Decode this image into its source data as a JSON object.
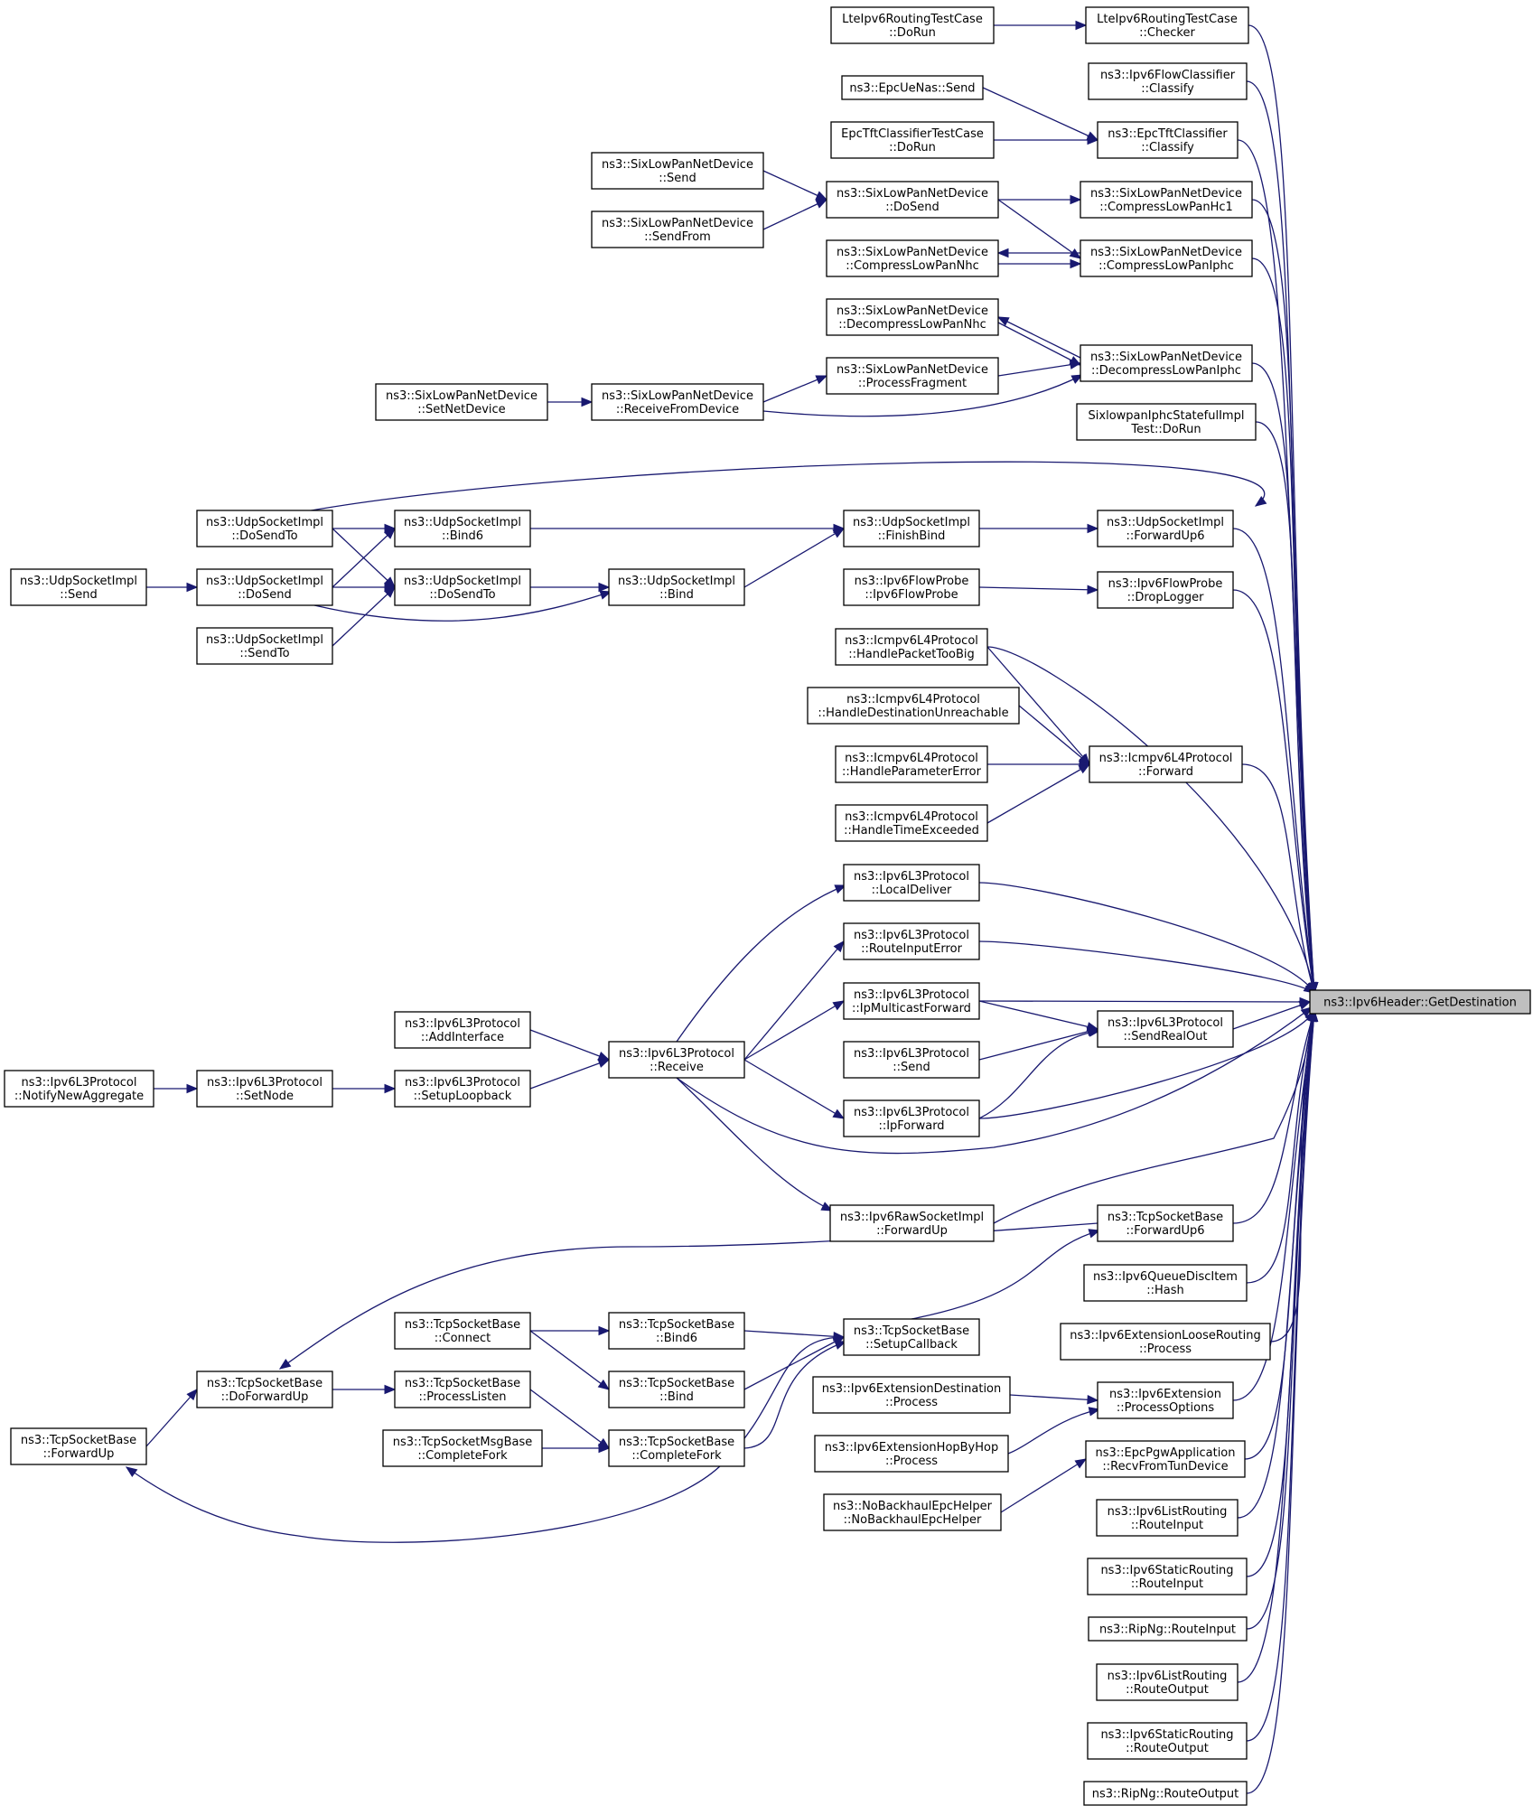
{
  "diagram": {
    "type": "doxygen-caller-graph",
    "colors": {
      "edge": "#191970",
      "node_border": "#000000",
      "node_fill": "#ffffff",
      "root_fill": "#bfbfbf"
    },
    "root": "root",
    "nodes": [
      {
        "id": "root",
        "lines": [
          "ns3::Ipv6Header::GetDestination"
        ]
      },
      {
        "id": "lte_chk",
        "lines": [
          "LteIpv6RoutingTestCase",
          "::Checker"
        ]
      },
      {
        "id": "lte_run",
        "lines": [
          "LteIpv6RoutingTestCase",
          "::DoRun"
        ]
      },
      {
        "id": "fc_cls",
        "lines": [
          "ns3::Ipv6FlowClassifier",
          "::Classify"
        ]
      },
      {
        "id": "epc_send",
        "lines": [
          "ns3::EpcUeNas::Send"
        ]
      },
      {
        "id": "epctft_run",
        "lines": [
          "EpcTftClassifierTestCase",
          "::DoRun"
        ]
      },
      {
        "id": "epctft_cls",
        "lines": [
          "ns3::EpcTftClassifier",
          "::Classify"
        ]
      },
      {
        "id": "slp_send",
        "lines": [
          "ns3::SixLowPanNetDevice",
          "::Send"
        ]
      },
      {
        "id": "slp_sendfrom",
        "lines": [
          "ns3::SixLowPanNetDevice",
          "::SendFrom"
        ]
      },
      {
        "id": "slp_dosend",
        "lines": [
          "ns3::SixLowPanNetDevice",
          "::DoSend"
        ]
      },
      {
        "id": "slp_hc1",
        "lines": [
          "ns3::SixLowPanNetDevice",
          "::CompressLowPanHc1"
        ]
      },
      {
        "id": "slp_cnhc",
        "lines": [
          "ns3::SixLowPanNetDevice",
          "::CompressLowPanNhc"
        ]
      },
      {
        "id": "slp_ciphc",
        "lines": [
          "ns3::SixLowPanNetDevice",
          "::CompressLowPanIphc"
        ]
      },
      {
        "id": "slp_dnhc",
        "lines": [
          "ns3::SixLowPanNetDevice",
          "::DecompressLowPanNhc"
        ]
      },
      {
        "id": "slp_pfrag",
        "lines": [
          "ns3::SixLowPanNetDevice",
          "::ProcessFragment"
        ]
      },
      {
        "id": "slp_diphc",
        "lines": [
          "ns3::SixLowPanNetDevice",
          "::DecompressLowPanIphc"
        ]
      },
      {
        "id": "slp_setnd",
        "lines": [
          "ns3::SixLowPanNetDevice",
          "::SetNetDevice"
        ]
      },
      {
        "id": "slp_rfd",
        "lines": [
          "ns3::SixLowPanNetDevice",
          "::ReceiveFromDevice"
        ]
      },
      {
        "id": "sixlow_test",
        "lines": [
          "SixlowpanIphcStatefulImpl",
          "Test::DoRun"
        ]
      },
      {
        "id": "udp_dosendto_l",
        "lines": [
          "ns3::UdpSocketImpl",
          "::DoSendTo"
        ]
      },
      {
        "id": "udp_bind6",
        "lines": [
          "ns3::UdpSocketImpl",
          "::Bind6"
        ]
      },
      {
        "id": "udp_finishbind",
        "lines": [
          "ns3::UdpSocketImpl",
          "::FinishBind"
        ]
      },
      {
        "id": "udp_fwdup6",
        "lines": [
          "ns3::UdpSocketImpl",
          "::ForwardUp6"
        ]
      },
      {
        "id": "udp_send",
        "lines": [
          "ns3::UdpSocketImpl",
          "::Send"
        ]
      },
      {
        "id": "udp_dosend",
        "lines": [
          "ns3::UdpSocketImpl",
          "::DoSend"
        ]
      },
      {
        "id": "udp_dosendto_m",
        "lines": [
          "ns3::UdpSocketImpl",
          "::DoSendTo"
        ]
      },
      {
        "id": "udp_bind",
        "lines": [
          "ns3::UdpSocketImpl",
          "::Bind"
        ]
      },
      {
        "id": "udp_sendto",
        "lines": [
          "ns3::UdpSocketImpl",
          "::SendTo"
        ]
      },
      {
        "id": "fp_ctor",
        "lines": [
          "ns3::Ipv6FlowProbe",
          "::Ipv6FlowProbe"
        ]
      },
      {
        "id": "fp_drop",
        "lines": [
          "ns3::Ipv6FlowProbe",
          "::DropLogger"
        ]
      },
      {
        "id": "icmp_ptb",
        "lines": [
          "ns3::Icmpv6L4Protocol",
          "::HandlePacketTooBig"
        ]
      },
      {
        "id": "icmp_du",
        "lines": [
          "ns3::Icmpv6L4Protocol",
          "::HandleDestinationUnreachable"
        ]
      },
      {
        "id": "icmp_pe",
        "lines": [
          "ns3::Icmpv6L4Protocol",
          "::HandleParameterError"
        ]
      },
      {
        "id": "icmp_te",
        "lines": [
          "ns3::Icmpv6L4Protocol",
          "::HandleTimeExceeded"
        ]
      },
      {
        "id": "icmp_fwd",
        "lines": [
          "ns3::Icmpv6L4Protocol",
          "::Forward"
        ]
      },
      {
        "id": "l3_ld",
        "lines": [
          "ns3::Ipv6L3Protocol",
          "::LocalDeliver"
        ]
      },
      {
        "id": "l3_rie",
        "lines": [
          "ns3::Ipv6L3Protocol",
          "::RouteInputError"
        ]
      },
      {
        "id": "l3_imf",
        "lines": [
          "ns3::Ipv6L3Protocol",
          "::IpMulticastForward"
        ]
      },
      {
        "id": "l3_sro",
        "lines": [
          "ns3::Ipv6L3Protocol",
          "::SendRealOut"
        ]
      },
      {
        "id": "l3_send",
        "lines": [
          "ns3::Ipv6L3Protocol",
          "::Send"
        ]
      },
      {
        "id": "l3_ipf",
        "lines": [
          "ns3::Ipv6L3Protocol",
          "::IpForward"
        ]
      },
      {
        "id": "l3_ai",
        "lines": [
          "ns3::Ipv6L3Protocol",
          "::AddInterface"
        ]
      },
      {
        "id": "l3_recv",
        "lines": [
          "ns3::Ipv6L3Protocol",
          "::Receive"
        ]
      },
      {
        "id": "l3_slb",
        "lines": [
          "ns3::Ipv6L3Protocol",
          "::SetupLoopback"
        ]
      },
      {
        "id": "l3_sn",
        "lines": [
          "ns3::Ipv6L3Protocol",
          "::SetNode"
        ]
      },
      {
        "id": "l3_nna",
        "lines": [
          "ns3::Ipv6L3Protocol",
          "::NotifyNewAggregate"
        ]
      },
      {
        "id": "raw_fu",
        "lines": [
          "ns3::Ipv6RawSocketImpl",
          "::ForwardUp"
        ]
      },
      {
        "id": "tcp_fu6",
        "lines": [
          "ns3::TcpSocketBase",
          "::ForwardUp6"
        ]
      },
      {
        "id": "qd_hash",
        "lines": [
          "ns3::Ipv6QueueDiscItem",
          "::Hash"
        ]
      },
      {
        "id": "ext_loose",
        "lines": [
          "ns3::Ipv6ExtensionLooseRouting",
          "::Process"
        ]
      },
      {
        "id": "tcp_connect",
        "lines": [
          "ns3::TcpSocketBase",
          "::Connect"
        ]
      },
      {
        "id": "tcp_bind6",
        "lines": [
          "ns3::TcpSocketBase",
          "::Bind6"
        ]
      },
      {
        "id": "tcp_setupcb",
        "lines": [
          "ns3::TcpSocketBase",
          "::SetupCallback"
        ]
      },
      {
        "id": "tcp_dofu",
        "lines": [
          "ns3::TcpSocketBase",
          "::DoForwardUp"
        ]
      },
      {
        "id": "tcp_pl",
        "lines": [
          "ns3::TcpSocketBase",
          "::ProcessListen"
        ]
      },
      {
        "id": "tcp_bind",
        "lines": [
          "ns3::TcpSocketBase",
          "::Bind"
        ]
      },
      {
        "id": "ext_dest",
        "lines": [
          "ns3::Ipv6ExtensionDestination",
          "::Process"
        ]
      },
      {
        "id": "ext_po",
        "lines": [
          "ns3::Ipv6Extension",
          "::ProcessOptions"
        ]
      },
      {
        "id": "tcp_fu",
        "lines": [
          "ns3::TcpSocketBase",
          "::ForwardUp"
        ]
      },
      {
        "id": "tcpmsg_cf",
        "lines": [
          "ns3::TcpSocketMsgBase",
          "::CompleteFork"
        ]
      },
      {
        "id": "tcp_cf",
        "lines": [
          "ns3::TcpSocketBase",
          "::CompleteFork"
        ]
      },
      {
        "id": "ext_hbh",
        "lines": [
          "ns3::Ipv6ExtensionHopByHop",
          "::Process"
        ]
      },
      {
        "id": "pgw_rftd",
        "lines": [
          "ns3::EpcPgwApplication",
          "::RecvFromTunDevice"
        ]
      },
      {
        "id": "nbh_ctor",
        "lines": [
          "ns3::NoBackhaulEpcHelper",
          "::NoBackhaulEpcHelper"
        ]
      },
      {
        "id": "lr_ri",
        "lines": [
          "ns3::Ipv6ListRouting",
          "::RouteInput"
        ]
      },
      {
        "id": "sr_ri",
        "lines": [
          "ns3::Ipv6StaticRouting",
          "::RouteInput"
        ]
      },
      {
        "id": "rip_ri",
        "lines": [
          "ns3::RipNg::RouteInput"
        ]
      },
      {
        "id": "lr_ro",
        "lines": [
          "ns3::Ipv6ListRouting",
          "::RouteOutput"
        ]
      },
      {
        "id": "sr_ro",
        "lines": [
          "ns3::Ipv6StaticRouting",
          "::RouteOutput"
        ]
      },
      {
        "id": "rip_ro",
        "lines": [
          "ns3::RipNg::RouteOutput"
        ]
      }
    ],
    "edges": [
      [
        "lte_run",
        "lte_chk"
      ],
      [
        "lte_chk",
        "root"
      ],
      [
        "fc_cls",
        "root"
      ],
      [
        "epc_send",
        "epctft_cls"
      ],
      [
        "epctft_run",
        "epctft_cls"
      ],
      [
        "epctft_cls",
        "root"
      ],
      [
        "slp_send",
        "slp_dosend"
      ],
      [
        "slp_sendfrom",
        "slp_dosend"
      ],
      [
        "slp_dosend",
        "slp_hc1"
      ],
      [
        "slp_dosend",
        "slp_ciphc"
      ],
      [
        "slp_hc1",
        "root"
      ],
      [
        "slp_ciphc",
        "slp_cnhc"
      ],
      [
        "slp_cnhc",
        "slp_ciphc"
      ],
      [
        "slp_ciphc",
        "root"
      ],
      [
        "slp_diphc",
        "slp_dnhc"
      ],
      [
        "slp_dnhc",
        "slp_diphc"
      ],
      [
        "slp_pfrag",
        "slp_diphc"
      ],
      [
        "slp_rfd",
        "slp_pfrag"
      ],
      [
        "slp_rfd",
        "slp_diphc"
      ],
      [
        "slp_setnd",
        "slp_rfd"
      ],
      [
        "slp_diphc",
        "root"
      ],
      [
        "sixlow_test",
        "root"
      ],
      [
        "udp_dosendto_l",
        "root"
      ],
      [
        "udp_dosendto_l",
        "udp_bind6"
      ],
      [
        "udp_bind6",
        "udp_finishbind"
      ],
      [
        "udp_finishbind",
        "udp_fwdup6"
      ],
      [
        "udp_fwdup6",
        "root"
      ],
      [
        "udp_send",
        "udp_dosend"
      ],
      [
        "udp_dosend",
        "udp_bind6"
      ],
      [
        "udp_dosend",
        "udp_dosendto_m"
      ],
      [
        "udp_dosend",
        "udp_bind"
      ],
      [
        "udp_dosendto_l",
        "udp_dosendto_m"
      ],
      [
        "udp_sendto",
        "udp_dosendto_m"
      ],
      [
        "udp_dosendto_m",
        "udp_bind"
      ],
      [
        "udp_bind",
        "udp_finishbind"
      ],
      [
        "fp_ctor",
        "fp_drop"
      ],
      [
        "fp_drop",
        "root"
      ],
      [
        "icmp_ptb",
        "root"
      ],
      [
        "icmp_ptb",
        "icmp_fwd"
      ],
      [
        "icmp_du",
        "icmp_fwd"
      ],
      [
        "icmp_pe",
        "icmp_fwd"
      ],
      [
        "icmp_te",
        "icmp_fwd"
      ],
      [
        "icmp_fwd",
        "root"
      ],
      [
        "l3_recv",
        "l3_ld"
      ],
      [
        "l3_ld",
        "root"
      ],
      [
        "l3_recv",
        "l3_rie"
      ],
      [
        "l3_rie",
        "root"
      ],
      [
        "l3_recv",
        "l3_imf"
      ],
      [
        "l3_imf",
        "root"
      ],
      [
        "l3_imf",
        "l3_sro"
      ],
      [
        "l3_send",
        "l3_sro"
      ],
      [
        "l3_ipf",
        "l3_sro"
      ],
      [
        "l3_sro",
        "root"
      ],
      [
        "l3_recv",
        "l3_ipf"
      ],
      [
        "l3_ipf",
        "root"
      ],
      [
        "l3_recv",
        "root"
      ],
      [
        "l3_ai",
        "l3_recv"
      ],
      [
        "l3_slb",
        "l3_recv"
      ],
      [
        "l3_sn",
        "l3_slb"
      ],
      [
        "l3_nna",
        "l3_sn"
      ],
      [
        "l3_recv",
        "raw_fu"
      ],
      [
        "raw_fu",
        "root"
      ],
      [
        "tcp_setupcb",
        "tcp_fu6"
      ],
      [
        "tcp_fu6",
        "tcp_dofu"
      ],
      [
        "tcp_fu6",
        "root"
      ],
      [
        "qd_hash",
        "root"
      ],
      [
        "ext_loose",
        "root"
      ],
      [
        "tcp_connect",
        "tcp_bind6"
      ],
      [
        "tcp_connect",
        "tcp_bind"
      ],
      [
        "tcp_bind6",
        "tcp_setupcb"
      ],
      [
        "tcp_bind",
        "tcp_setupcb"
      ],
      [
        "tcp_cf",
        "tcp_setupcb"
      ],
      [
        "tcp_setupcb",
        "tcp_fu"
      ],
      [
        "tcp_dofu",
        "tcp_pl"
      ],
      [
        "tcp_pl",
        "tcp_cf"
      ],
      [
        "tcpmsg_cf",
        "tcp_cf"
      ],
      [
        "tcp_fu",
        "tcp_dofu"
      ],
      [
        "ext_dest",
        "ext_po"
      ],
      [
        "ext_hbh",
        "ext_po"
      ],
      [
        "ext_po",
        "root"
      ],
      [
        "nbh_ctor",
        "pgw_rftd"
      ],
      [
        "pgw_rftd",
        "root"
      ],
      [
        "lr_ri",
        "root"
      ],
      [
        "sr_ri",
        "root"
      ],
      [
        "rip_ri",
        "root"
      ],
      [
        "lr_ro",
        "root"
      ],
      [
        "sr_ro",
        "root"
      ],
      [
        "rip_ro",
        "root"
      ]
    ]
  }
}
